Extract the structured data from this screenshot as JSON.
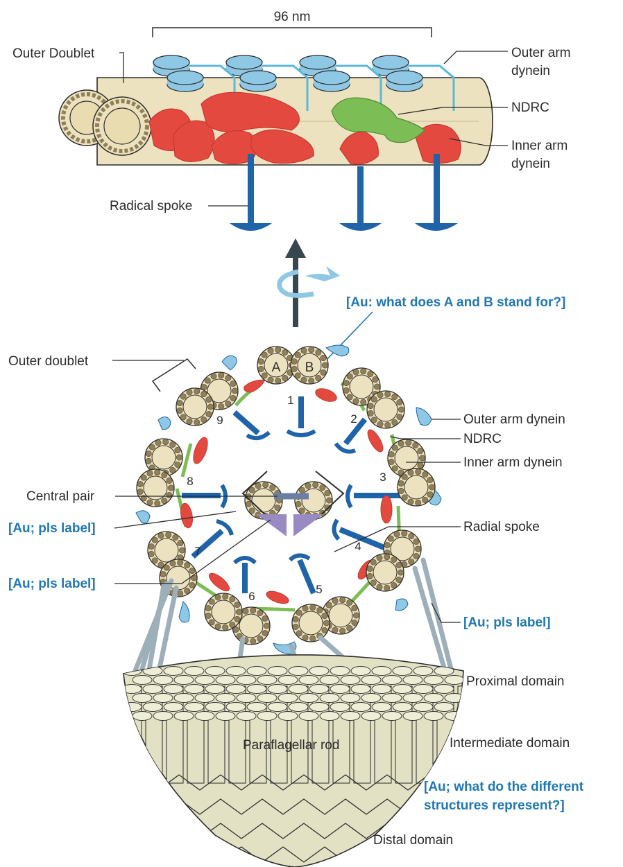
{
  "colors": {
    "cream": "#ede2bf",
    "cream_dark": "#b9a774",
    "ring_bead": "#8f8059",
    "dynein_red": "#e4493f",
    "dynein_red_dark": "#c53a31",
    "ndrc_green": "#7dbd55",
    "outer_arm_blue": "#8fc8e4",
    "spoke_blue": "#1f63a8",
    "central_purple": "#9a8ac4",
    "rod_fill": "#e2e1c4",
    "query_blue": "#1f77b4",
    "text": "#2b2b2b",
    "arrow": "#37474f"
  },
  "top": {
    "scale_label": "96 nm",
    "outer_doublet": "Outer Doublet",
    "outer_arm_dynein_l1": "Outer arm",
    "outer_arm_dynein_l2": "dynein",
    "ndrc": "NDRC",
    "inner_arm_dynein_l1": "Inner arm",
    "inner_arm_dynein_l2": "dynein",
    "radical_spoke": "Radical spoke"
  },
  "rotation_icon": "rotate-arrow-icon",
  "bottom": {
    "query_ab": "[Au: what does A and B stand for?]",
    "label_a": "A",
    "label_b": "B",
    "outer_doublet": "Outer doublet",
    "outer_arm_dynein": "Outer arm dynein",
    "ndrc": "NDRC",
    "inner_arm_dynein": "Inner arm dynein",
    "central_pair": "Central pair",
    "query_label_1": "[Au; pls label]",
    "radial_spoke": "Radial spoke",
    "query_label_2": "[Au; pls label]",
    "query_label_3": "[Au; pls label]",
    "doublet_numbers": [
      "1",
      "2",
      "3",
      "4",
      "5",
      "6",
      "7",
      "8",
      "9"
    ]
  },
  "rod": {
    "proximal_domain": "Proximal domain",
    "paraflagellar_rod": "Paraflagellar rod",
    "intermediate_domain": "Intermediate domain",
    "query_structures_l1": "[Au; what do the different",
    "query_structures_l2": "structures represent?]",
    "distal_domain": "Distal domain"
  }
}
